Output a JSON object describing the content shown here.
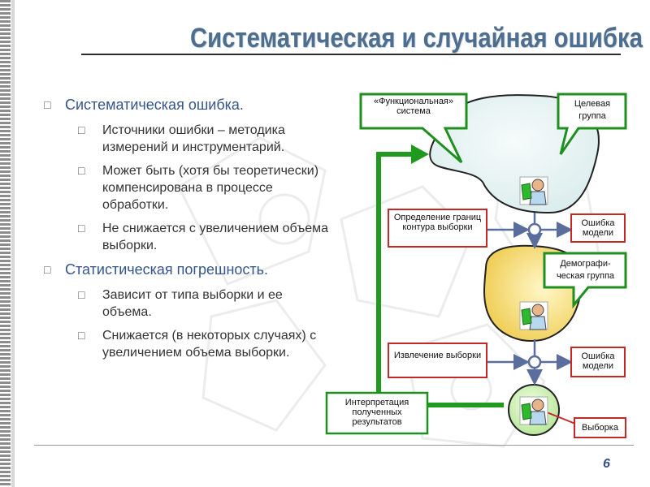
{
  "title": "Систематическая и случайная ошибка",
  "page_number": "6",
  "bullets": [
    {
      "text": "Систематическая ошибка.",
      "sub": [
        "Источники ошибки – методика измерений и инструментарий.",
        "Может быть (хотя бы теоретически) компенсирована в процессе обработки.",
        "Не снижается с увеличением объема выборки."
      ]
    },
    {
      "text": "Статистическая погрешность.",
      "sub": [
        "Зависит от типа выборки и ее объема.",
        "Снижается (в некоторых случаях) с увеличением объема выборки."
      ]
    }
  ],
  "diagram": {
    "functional_system": "«Функциональная» система",
    "target_group": "Целевая группа",
    "sampling_frame": "Определение границ контура выборки",
    "model_error_1": "Ошибка модели",
    "demographic_group": "Демографи-ческая группа",
    "sample_extraction": "Извлечение выборки",
    "model_error_2": "Ошибка модели",
    "interpretation": "Интерпретация полученных результатов",
    "sample": "Выборка"
  },
  "colors": {
    "title": "#4d6e8e",
    "bullet_level1": "#33558a",
    "green_frame": "#1f8f1f",
    "box_border": "#c62828",
    "blob_target": "#e4f1f1",
    "blob_demographic": "#f9e08a"
  }
}
